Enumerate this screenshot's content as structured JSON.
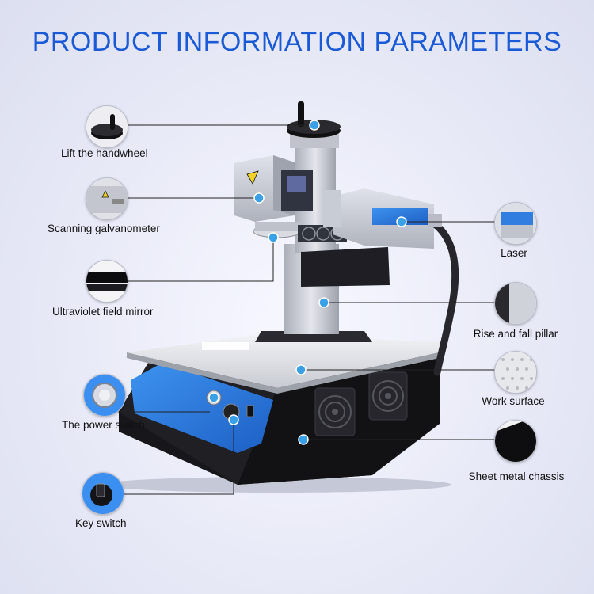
{
  "title": "PRODUCT INFORMATION PARAMETERS",
  "colors": {
    "title": "#1a5ad6",
    "marker": "#3aa0e8",
    "panel": "#2f7ee0",
    "chassis": "#141418",
    "aluminum": "#c9ccd4"
  },
  "components": [
    {
      "id": "handwheel",
      "label": "Lift the handwheel",
      "icon": "handwheel-icon"
    },
    {
      "id": "galvanometer",
      "label": "Scanning galvanometer",
      "icon": "galvanometer-icon"
    },
    {
      "id": "field-mirror",
      "label": "Ultraviolet field mirror",
      "icon": "field-mirror-icon"
    },
    {
      "id": "power-switch",
      "label": "The power switch",
      "icon": "power-switch-icon"
    },
    {
      "id": "key-switch",
      "label": "Key switch",
      "icon": "key-switch-icon"
    },
    {
      "id": "laser",
      "label": "Laser",
      "icon": "laser-icon"
    },
    {
      "id": "pillar",
      "label": "Rise and fall pillar",
      "icon": "pillar-icon"
    },
    {
      "id": "work-surface",
      "label": "Work surface",
      "icon": "work-surface-icon"
    },
    {
      "id": "chassis",
      "label": "Sheet metal chassis",
      "icon": "chassis-icon"
    }
  ]
}
